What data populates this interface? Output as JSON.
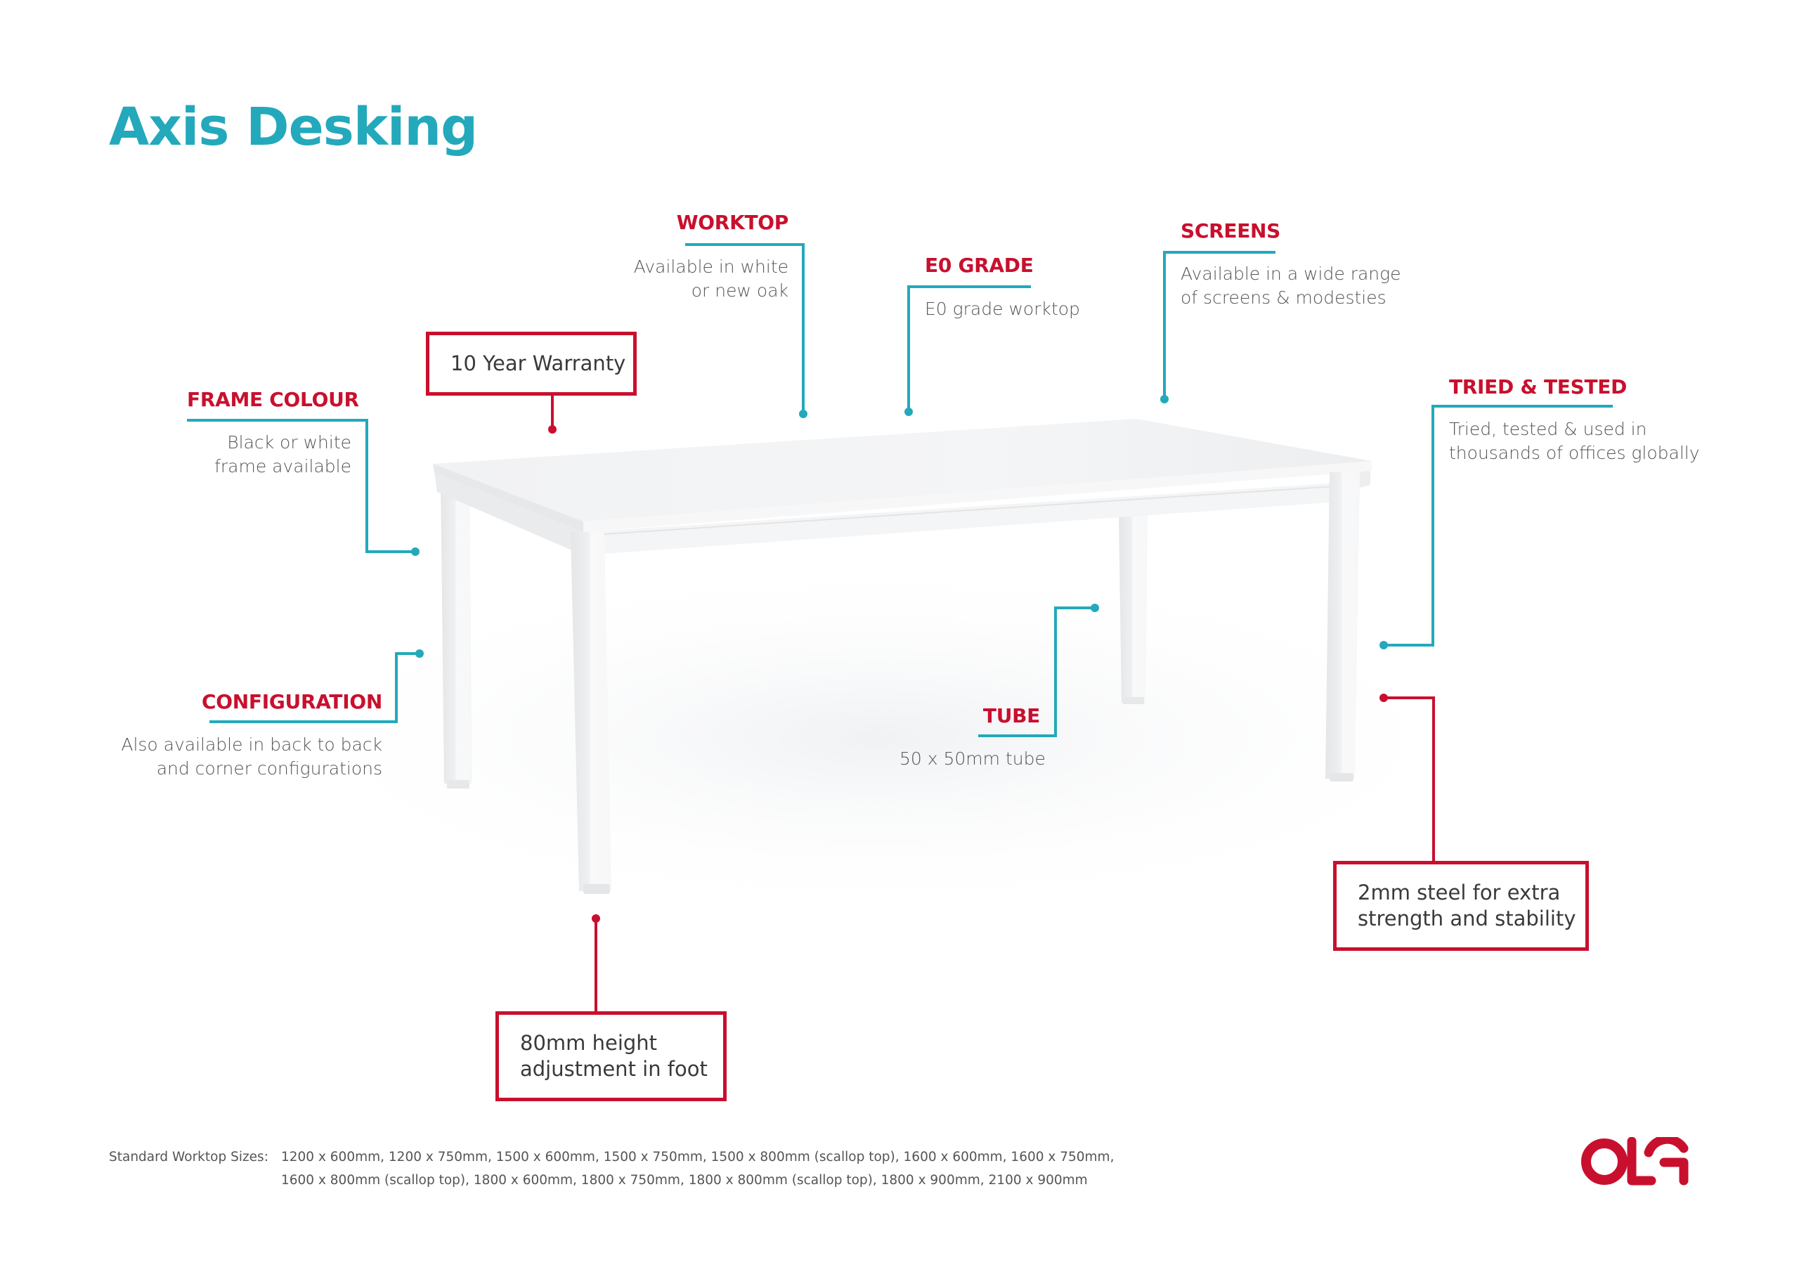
{
  "page": {
    "title": "Axis Desking",
    "colors": {
      "accent_teal": "#23a9bb",
      "accent_red": "#c8102e",
      "text_gray": "#555555"
    }
  },
  "features": {
    "worktop": {
      "heading": "WORKTOP",
      "lines": [
        "Available in white",
        "or new oak"
      ]
    },
    "e0_grade": {
      "heading": "E0 GRADE",
      "lines": [
        "E0 grade worktop"
      ]
    },
    "screens": {
      "heading": "SCREENS",
      "lines": [
        "Available in a wide range",
        "of screens & modesties"
      ]
    },
    "tried_tested": {
      "heading": "TRIED & TESTED",
      "lines": [
        "Tried, tested & used in",
        "thousands of offices globally"
      ]
    },
    "frame_colour": {
      "heading": "FRAME COLOUR",
      "lines": [
        "Black or white",
        "frame available"
      ]
    },
    "configuration": {
      "heading": "CONFIGURATION",
      "lines": [
        "Also available in back to back",
        "and corner configurations"
      ]
    },
    "tube": {
      "heading": "TUBE",
      "lines": [
        "50 x 50mm tube"
      ]
    }
  },
  "callouts": {
    "warranty": {
      "lines": [
        "10 Year Warranty"
      ]
    },
    "steel": {
      "lines": [
        "2mm steel for extra",
        "strength and stability"
      ]
    },
    "foot": {
      "lines": [
        "80mm height",
        "adjustment in foot"
      ]
    }
  },
  "footer": {
    "label": "Standard Worktop Sizes:",
    "sizes_lines": [
      "1200 x 600mm, 1200 x 750mm, 1500 x 600mm, 1500 x 750mm, 1500 x 800mm (scallop top), 1600 x 600mm, 1600 x 750mm,",
      "1600 x 800mm (scallop top), 1800 x 600mm, 1800 x 750mm, 1800 x 800mm (scallop top), 1800 x 900mm, 2100 x 900mm"
    ]
  },
  "logo": {
    "text": "OLG",
    "icon": "olg-logo-icon"
  }
}
